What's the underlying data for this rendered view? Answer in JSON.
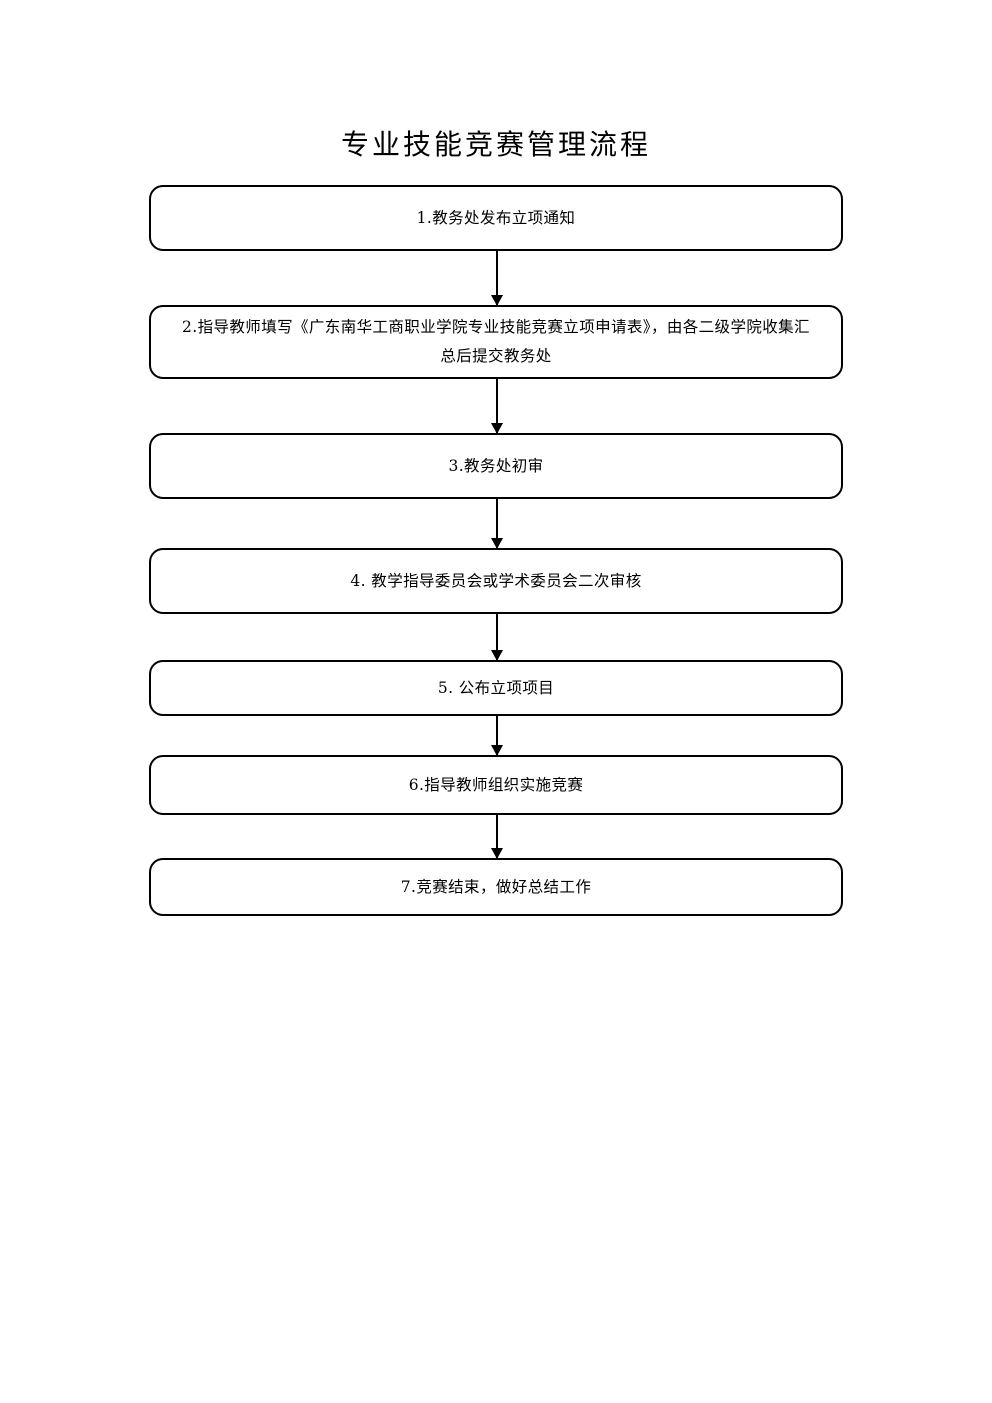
{
  "document": {
    "title": "专业技能竞赛管理流程"
  },
  "flowchart": {
    "type": "flowchart",
    "orientation": "vertical",
    "shape": "rounded-rectangle",
    "border_color": "#000000",
    "background_color": "#ffffff",
    "connector_style": "straight-arrow-down",
    "nodes": [
      {
        "id": "step-1",
        "number": "1.",
        "label": "1.教务处发布立项通知"
      },
      {
        "id": "step-2",
        "number": "2.",
        "label": "2.指导教师填写《广东南华工商职业学院专业技能竞赛立项申请表》，由各二级学院收集汇总后提交教务处"
      },
      {
        "id": "step-3",
        "number": "3.",
        "label": "3.教务处初审"
      },
      {
        "id": "step-4",
        "number": "4.",
        "label": "4. 教学指导委员会或学术委员会二次审核"
      },
      {
        "id": "step-5",
        "number": "5.",
        "label": "5. 公布立项项目"
      },
      {
        "id": "step-6",
        "number": "6.",
        "label": "6.指导教师组织实施竞赛"
      },
      {
        "id": "step-7",
        "number": "7.",
        "label": "7.竞赛结束，做好总结工作"
      }
    ],
    "edges": [
      {
        "from": "step-1",
        "to": "step-2"
      },
      {
        "from": "step-2",
        "to": "step-3"
      },
      {
        "from": "step-3",
        "to": "step-4"
      },
      {
        "from": "step-4",
        "to": "step-5"
      },
      {
        "from": "step-5",
        "to": "step-6"
      },
      {
        "from": "step-6",
        "to": "step-7"
      }
    ]
  }
}
